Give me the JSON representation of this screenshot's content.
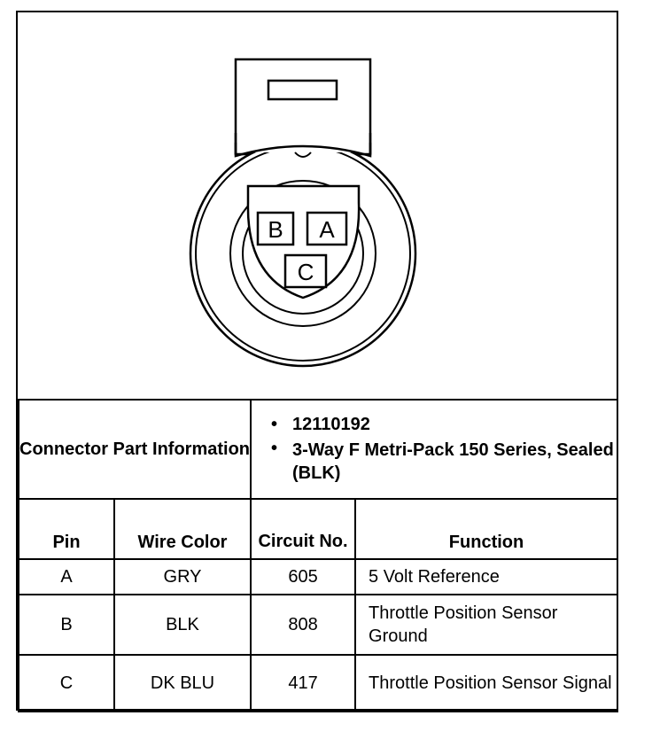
{
  "connector_pins": [
    "B",
    "A",
    "C"
  ],
  "part_info": {
    "label": "Connector Part Information",
    "bullets": [
      "12110192",
      "3-Way F Metri-Pack 150 Series, Sealed (BLK)"
    ]
  },
  "table": {
    "headers": {
      "pin": "Pin",
      "wire_color": "Wire Color",
      "circuit": "Circuit No.",
      "function": "Function"
    },
    "rows": [
      {
        "pin": "A",
        "wire_color": "GRY",
        "circuit": "605",
        "function": "5 Volt Reference"
      },
      {
        "pin": "B",
        "wire_color": "BLK",
        "circuit": "808",
        "function": "Throttle Position Sensor Ground"
      },
      {
        "pin": "C",
        "wire_color": "DK BLU",
        "circuit": "417",
        "function": "Throttle Position Sensor Signal"
      }
    ]
  }
}
